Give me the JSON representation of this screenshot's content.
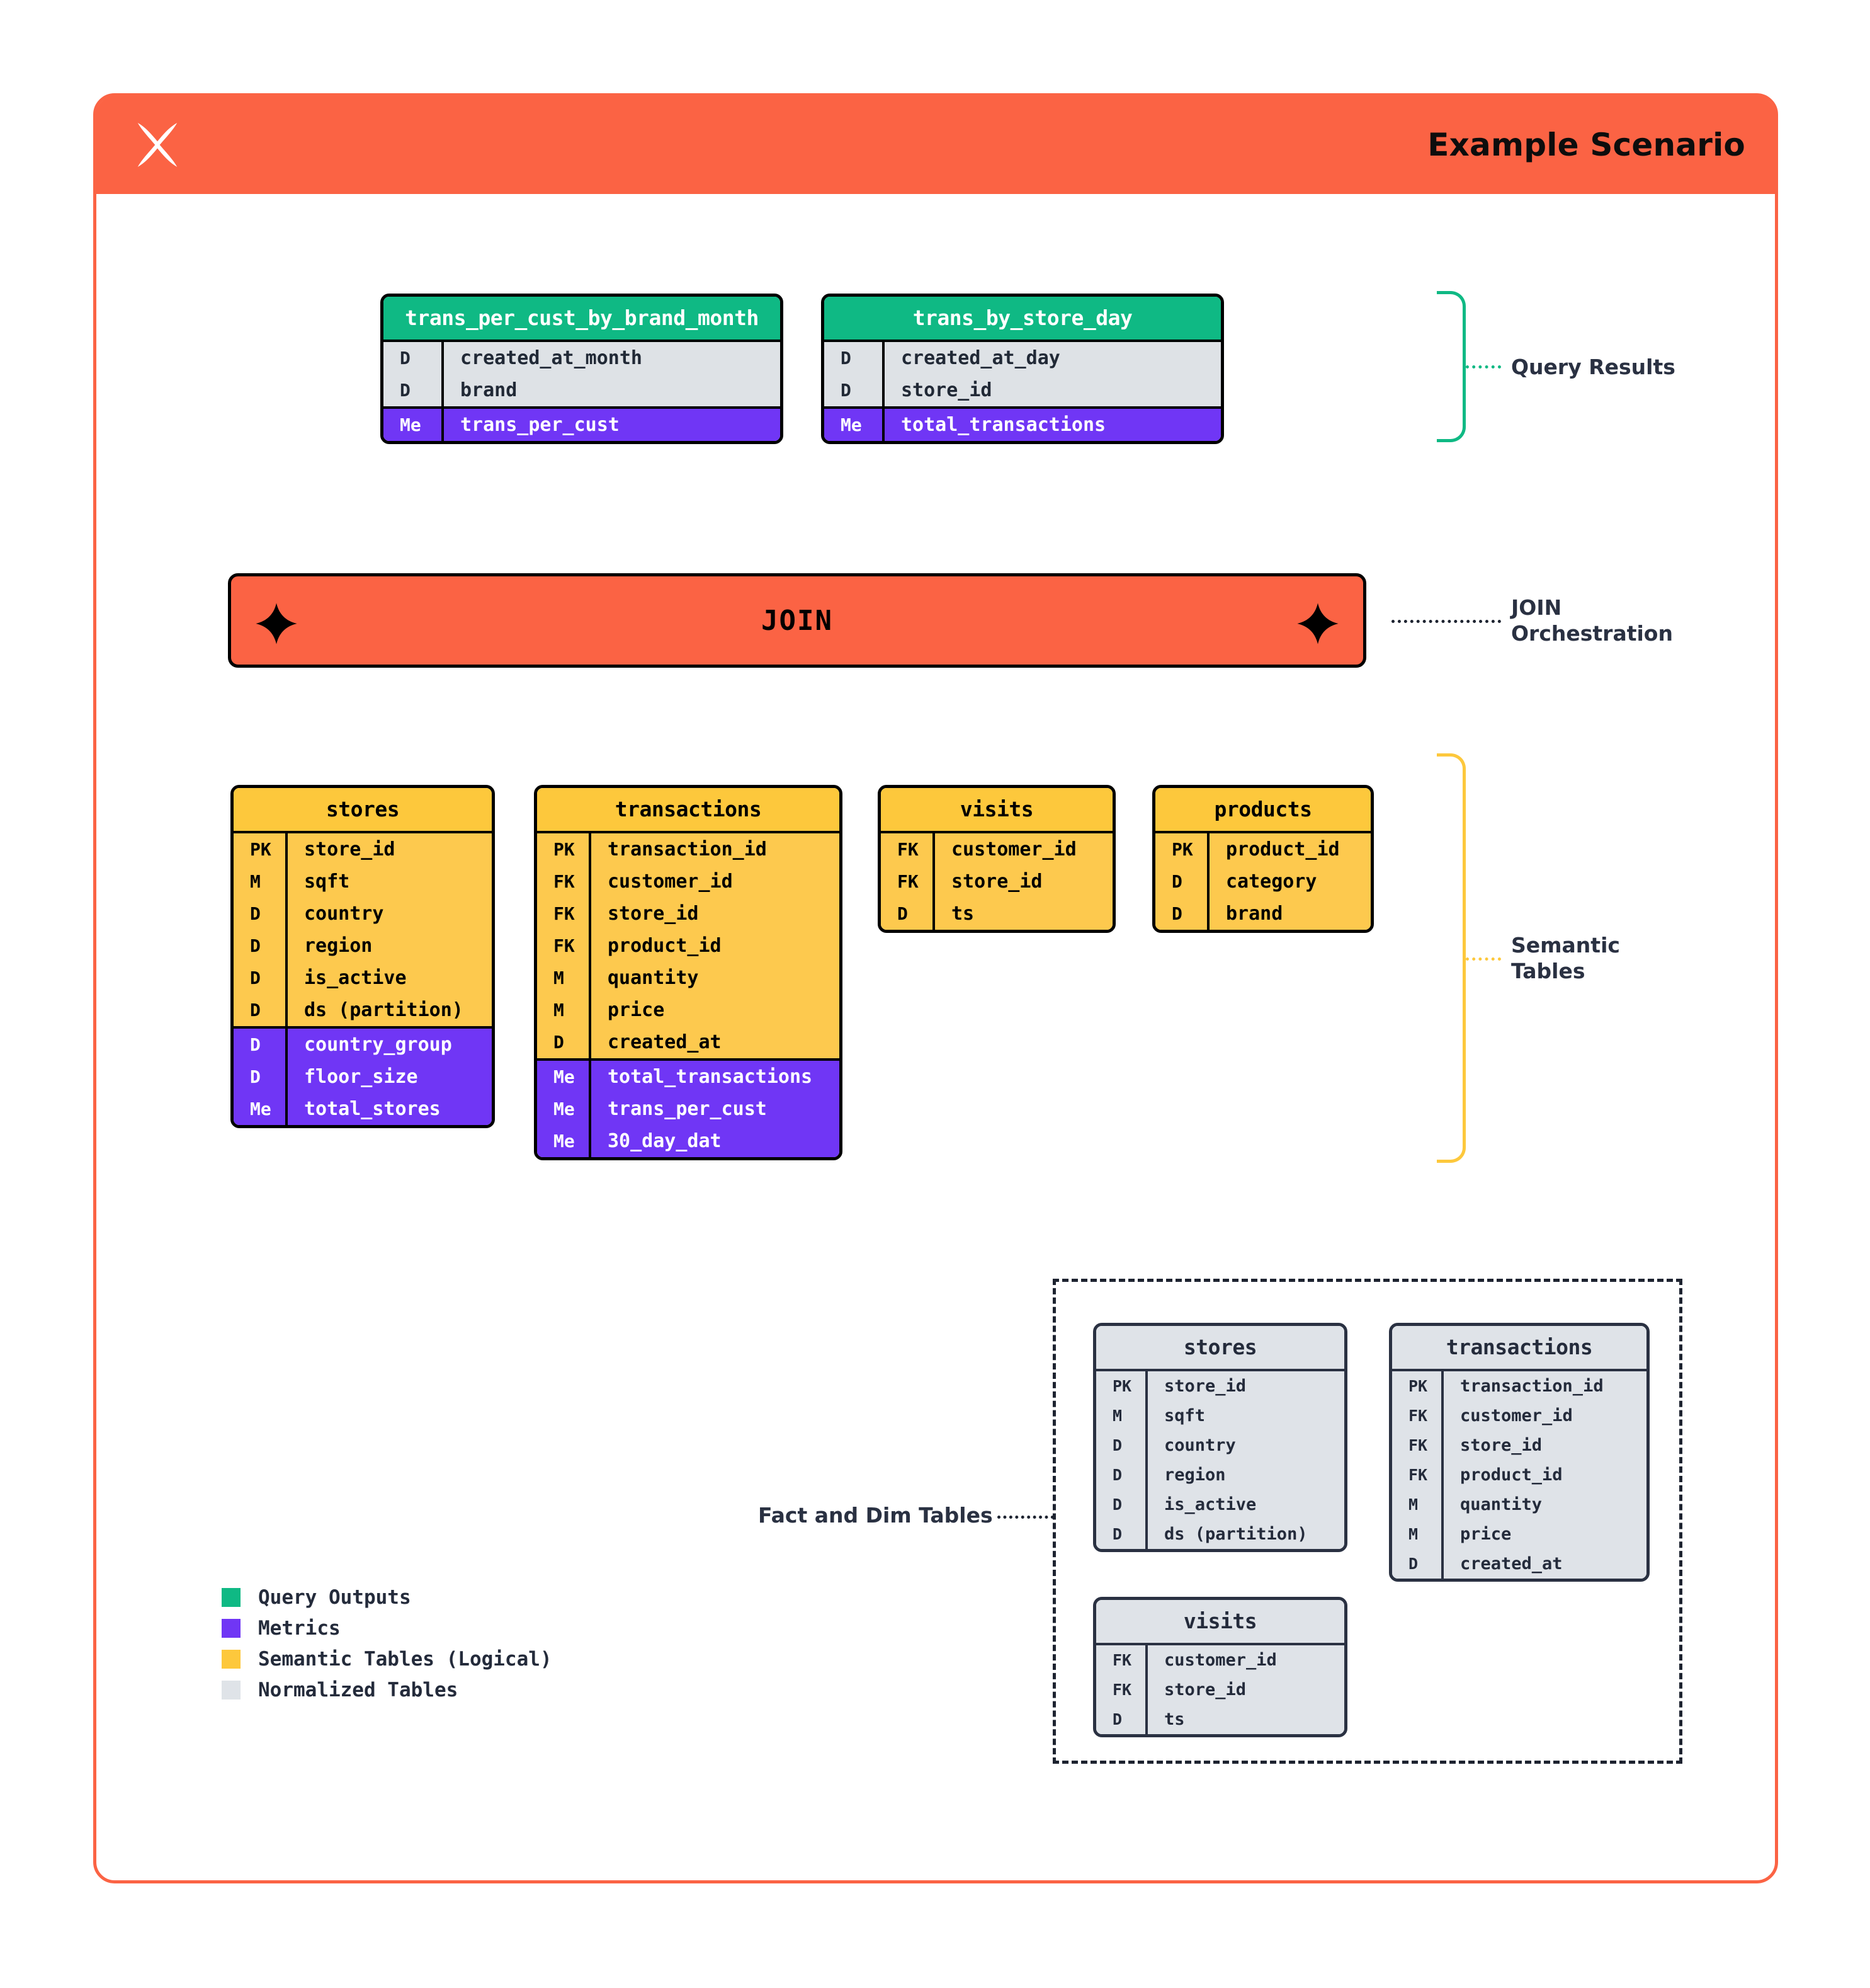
{
  "header": {
    "title": "Example Scenario",
    "logo_icon": "xnode-butterfly-logo",
    "bg_color": "#FB6344"
  },
  "colors": {
    "query_output": "#0FB984",
    "metric": "#7036F5",
    "semantic": "#FDC83C",
    "normalized": "#DFE3E8",
    "accent": "#FB6344",
    "ink": "#242B3B"
  },
  "query_results": {
    "annotation": "Query Results",
    "tables": [
      {
        "name": "trans_per_cust_by_brand_month",
        "fields": [
          {
            "key": "D",
            "value": "created_at_month",
            "kind": "dimension"
          },
          {
            "key": "D",
            "value": "brand",
            "kind": "dimension"
          },
          {
            "key": "Me",
            "value": "trans_per_cust",
            "kind": "metric"
          }
        ]
      },
      {
        "name": "trans_by_store_day",
        "fields": [
          {
            "key": "D",
            "value": "created_at_day",
            "kind": "dimension"
          },
          {
            "key": "D",
            "value": "store_id",
            "kind": "dimension"
          },
          {
            "key": "Me",
            "value": "total_transactions",
            "kind": "metric"
          }
        ]
      }
    ]
  },
  "orchestration": {
    "label": "JOIN",
    "annotation_line1": "JOIN",
    "annotation_line2": "Orchestration",
    "sparkle_icon": "four-point-star-icon"
  },
  "semantic_tables": {
    "annotation_line1": "Semantic",
    "annotation_line2": "Tables",
    "tables": [
      {
        "name": "stores",
        "fields": [
          {
            "key": "PK",
            "value": "store_id",
            "kind": "base"
          },
          {
            "key": "M",
            "value": "sqft",
            "kind": "base"
          },
          {
            "key": "D",
            "value": "country",
            "kind": "base"
          },
          {
            "key": "D",
            "value": "region",
            "kind": "base"
          },
          {
            "key": "D",
            "value": "is_active",
            "kind": "base"
          },
          {
            "key": "D",
            "value": "ds (partition)",
            "kind": "base"
          },
          {
            "key": "D",
            "value": "country_group",
            "kind": "metric"
          },
          {
            "key": "D",
            "value": "floor_size",
            "kind": "metric"
          },
          {
            "key": "Me",
            "value": "total_stores",
            "kind": "metric"
          }
        ]
      },
      {
        "name": "transactions",
        "fields": [
          {
            "key": "PK",
            "value": "transaction_id",
            "kind": "base"
          },
          {
            "key": "FK",
            "value": "customer_id",
            "kind": "base"
          },
          {
            "key": "FK",
            "value": "store_id",
            "kind": "base"
          },
          {
            "key": "FK",
            "value": "product_id",
            "kind": "base"
          },
          {
            "key": "M",
            "value": "quantity",
            "kind": "base"
          },
          {
            "key": "M",
            "value": "price",
            "kind": "base"
          },
          {
            "key": "D",
            "value": "created_at",
            "kind": "base"
          },
          {
            "key": "Me",
            "value": "total_transactions",
            "kind": "metric"
          },
          {
            "key": "Me",
            "value": "trans_per_cust",
            "kind": "metric"
          },
          {
            "key": "Me",
            "value": "30_day_dat",
            "kind": "metric"
          }
        ]
      },
      {
        "name": "visits",
        "fields": [
          {
            "key": "FK",
            "value": "customer_id",
            "kind": "base"
          },
          {
            "key": "FK",
            "value": "store_id",
            "kind": "base"
          },
          {
            "key": "D",
            "value": "ts",
            "kind": "base"
          }
        ]
      },
      {
        "name": "products",
        "fields": [
          {
            "key": "PK",
            "value": "product_id",
            "kind": "base"
          },
          {
            "key": "D",
            "value": "category",
            "kind": "base"
          },
          {
            "key": "D",
            "value": "brand",
            "kind": "base"
          }
        ]
      }
    ]
  },
  "normalized_tables": {
    "annotation": "Fact and Dim Tables",
    "tables": [
      {
        "name": "stores",
        "fields": [
          {
            "key": "PK",
            "value": "store_id"
          },
          {
            "key": "M",
            "value": "sqft"
          },
          {
            "key": "D",
            "value": "country"
          },
          {
            "key": "D",
            "value": "region"
          },
          {
            "key": "D",
            "value": "is_active"
          },
          {
            "key": "D",
            "value": "ds (partition)"
          }
        ]
      },
      {
        "name": "transactions",
        "fields": [
          {
            "key": "PK",
            "value": "transaction_id"
          },
          {
            "key": "FK",
            "value": "customer_id"
          },
          {
            "key": "FK",
            "value": "store_id"
          },
          {
            "key": "FK",
            "value": "product_id"
          },
          {
            "key": "M",
            "value": "quantity"
          },
          {
            "key": "M",
            "value": "price"
          },
          {
            "key": "D",
            "value": "created_at"
          }
        ]
      },
      {
        "name": "visits",
        "fields": [
          {
            "key": "FK",
            "value": "customer_id"
          },
          {
            "key": "FK",
            "value": "store_id"
          },
          {
            "key": "D",
            "value": "ts"
          }
        ]
      }
    ]
  },
  "legend": {
    "items": [
      {
        "label": "Query Outputs",
        "color": "#0FB984"
      },
      {
        "label": "Metrics",
        "color": "#7036F5"
      },
      {
        "label": "Semantic Tables (Logical)",
        "color": "#FDC83C"
      },
      {
        "label": "Normalized Tables",
        "color": "#DFE3E8"
      }
    ]
  }
}
